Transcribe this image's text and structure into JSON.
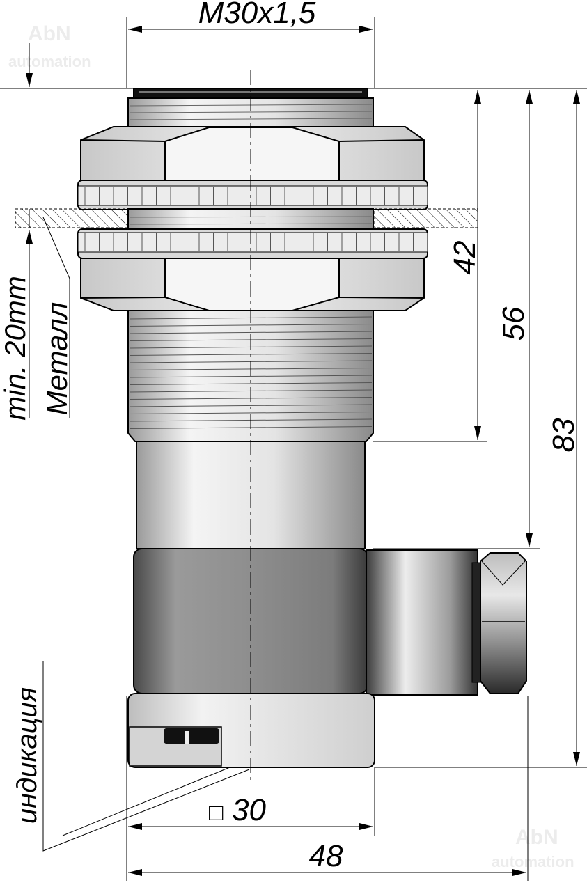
{
  "watermark": {
    "brand": "AbN",
    "sub": "automation"
  },
  "dimensions": {
    "thread": "M30x1,5",
    "height_42": "42",
    "height_56": "56",
    "height_83": "83",
    "square_30": "30",
    "width_48": "48"
  },
  "labels": {
    "min_metal": "min. 20mm",
    "metal": "Металл",
    "indication": "индикация"
  },
  "square_symbol": "□"
}
